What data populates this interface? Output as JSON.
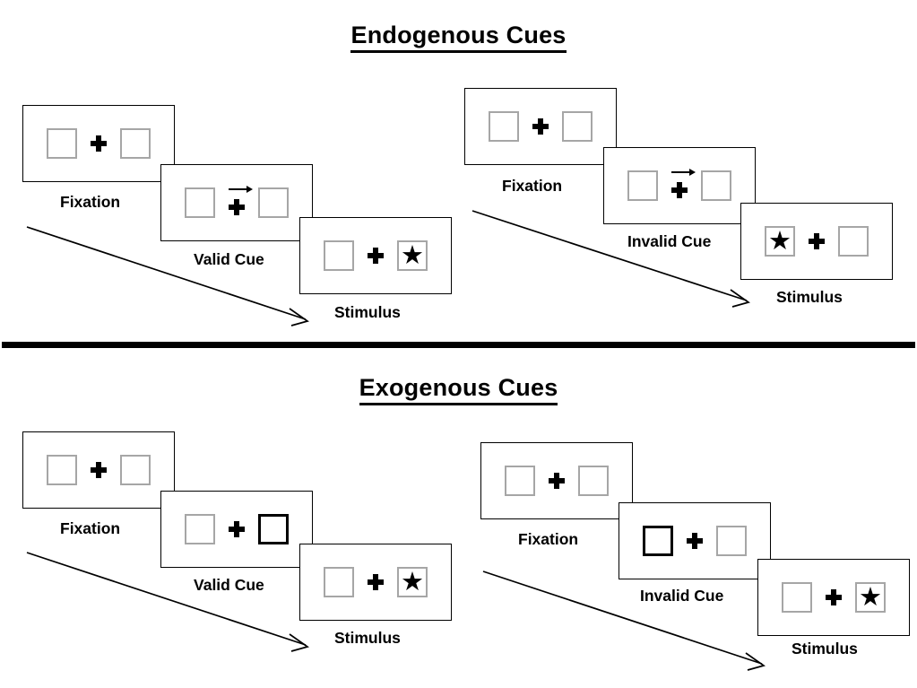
{
  "figure": {
    "sections": [
      {
        "id": "endogenous",
        "title": "Endogenous Cues",
        "sequences": [
          {
            "id": "endogenous-valid",
            "condition": "valid",
            "panels": [
              {
                "stage_label": "Fixation",
                "cue_type": "none",
                "left_box": {
                  "cued": false,
                  "target": false
                },
                "right_box": {
                  "cued": false,
                  "target": false
                },
                "arrow": null
              },
              {
                "stage_label": "Valid Cue",
                "cue_type": "central-arrow",
                "left_box": {
                  "cued": false,
                  "target": false
                },
                "right_box": {
                  "cued": false,
                  "target": false
                },
                "arrow": "right"
              },
              {
                "stage_label": "Stimulus",
                "cue_type": "none",
                "left_box": {
                  "cued": false,
                  "target": false
                },
                "right_box": {
                  "cued": false,
                  "target": true
                },
                "arrow": null
              }
            ]
          },
          {
            "id": "endogenous-invalid",
            "condition": "invalid",
            "panels": [
              {
                "stage_label": "Fixation",
                "cue_type": "none",
                "left_box": {
                  "cued": false,
                  "target": false
                },
                "right_box": {
                  "cued": false,
                  "target": false
                },
                "arrow": null
              },
              {
                "stage_label": "Invalid Cue",
                "cue_type": "central-arrow",
                "left_box": {
                  "cued": false,
                  "target": false
                },
                "right_box": {
                  "cued": false,
                  "target": false
                },
                "arrow": "right"
              },
              {
                "stage_label": "Stimulus",
                "cue_type": "none",
                "left_box": {
                  "cued": false,
                  "target": true
                },
                "right_box": {
                  "cued": false,
                  "target": false
                },
                "arrow": null
              }
            ]
          }
        ]
      },
      {
        "id": "exogenous",
        "title": "Exogenous Cues",
        "sequences": [
          {
            "id": "exogenous-valid",
            "condition": "valid",
            "panels": [
              {
                "stage_label": "Fixation",
                "cue_type": "none",
                "left_box": {
                  "cued": false,
                  "target": false
                },
                "right_box": {
                  "cued": false,
                  "target": false
                },
                "arrow": null
              },
              {
                "stage_label": "Valid Cue",
                "cue_type": "peripheral-box",
                "left_box": {
                  "cued": false,
                  "target": false
                },
                "right_box": {
                  "cued": true,
                  "target": false
                },
                "arrow": null
              },
              {
                "stage_label": "Stimulus",
                "cue_type": "none",
                "left_box": {
                  "cued": false,
                  "target": false
                },
                "right_box": {
                  "cued": false,
                  "target": true
                },
                "arrow": null
              }
            ]
          },
          {
            "id": "exogenous-invalid",
            "condition": "invalid",
            "panels": [
              {
                "stage_label": "Fixation",
                "cue_type": "none",
                "left_box": {
                  "cued": false,
                  "target": false
                },
                "right_box": {
                  "cued": false,
                  "target": false
                },
                "arrow": null
              },
              {
                "stage_label": "Invalid Cue",
                "cue_type": "peripheral-box",
                "left_box": {
                  "cued": true,
                  "target": false
                },
                "right_box": {
                  "cued": false,
                  "target": false
                },
                "arrow": null
              },
              {
                "stage_label": "Stimulus",
                "cue_type": "none",
                "left_box": {
                  "cued": false,
                  "target": false
                },
                "right_box": {
                  "cued": false,
                  "target": true
                },
                "arrow": null
              }
            ]
          }
        ]
      }
    ],
    "glyphs": {
      "fixation_cross": "plus-cross",
      "target": "★",
      "cue_arrow": "arrow-right",
      "timeline_arrow": "arrow-down-right"
    },
    "colors": {
      "ink": "#000000",
      "background": "#ffffff",
      "box_outline": "#a6a6a6",
      "cued_box_outline": "#000000"
    }
  }
}
